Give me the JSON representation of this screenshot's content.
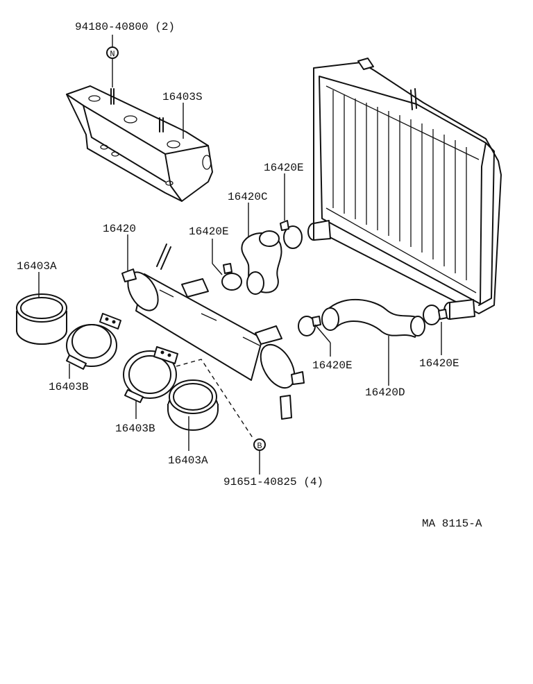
{
  "labels": {
    "bolt_n_part": "94180-40800 (2)",
    "bolt_n_marker": "N",
    "bracket": "16403S",
    "clamp_e_top": "16420E",
    "hose_c": "16420C",
    "clamp_e_mid": "16420E",
    "pipe": "16420",
    "cover_a_left": "16403A",
    "band_b_left": "16403B",
    "band_b_mid": "16403B",
    "cover_a_mid": "16403A",
    "clamp_e_low": "16420E",
    "hose_d": "16420D",
    "clamp_e_right": "16420E",
    "bolt_b_marker": "B",
    "bolt_b_part": "91651-40825 (4)",
    "figure_code": "MA 8115-A"
  },
  "colors": {
    "ink": "#111111",
    "paper": "#ffffff"
  }
}
